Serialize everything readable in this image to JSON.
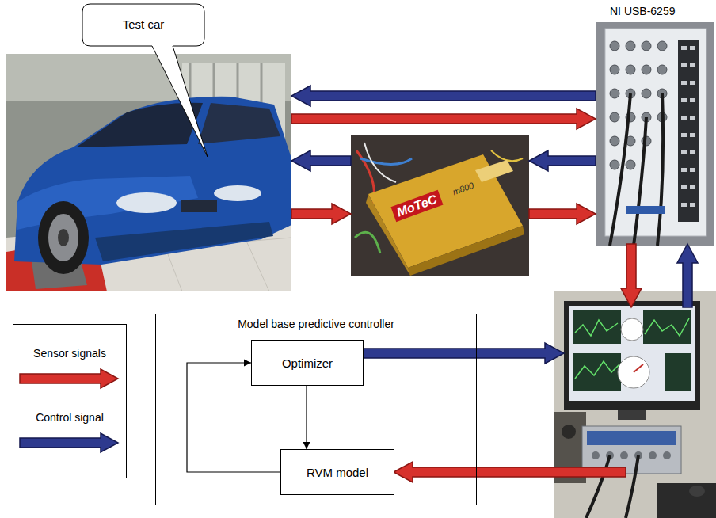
{
  "diagram": {
    "nodes": [
      {
        "text": [
          "Test car"
        ]
      },
      {
        "text": [
          "MoTeC",
          "m800"
        ]
      },
      {
        "text": [
          "NI USB-6259"
        ]
      },
      {
        "text": [
          "Model base predictive controller"
        ]
      },
      {
        "text": [
          "Optimizer"
        ],
        "in": 3
      },
      {
        "text": [
          "RVM model"
        ],
        "in": 3
      }
    ],
    "edges": [
      {
        "from": 2,
        "to": 0,
        "arrow": "to"
      },
      {
        "from": 0,
        "to": 2,
        "arrow": "to"
      },
      {
        "from": 1,
        "to": 0,
        "arrow": "to"
      },
      {
        "from": 2,
        "to": 1,
        "arrow": "to"
      },
      {
        "from": 0,
        "to": 1,
        "arrow": "to"
      },
      {
        "from": 1,
        "to": 2,
        "arrow": "to"
      },
      {
        "from": 4,
        "to": 5,
        "arrow": "to"
      },
      {
        "from": 5,
        "to": 4,
        "arrow": "to"
      }
    ],
    "legend": [
      {
        "text": "Sensor signals",
        "color": "#d7312c"
      },
      {
        "text": "Control signal",
        "color": "#2e3a8e"
      }
    ]
  }
}
